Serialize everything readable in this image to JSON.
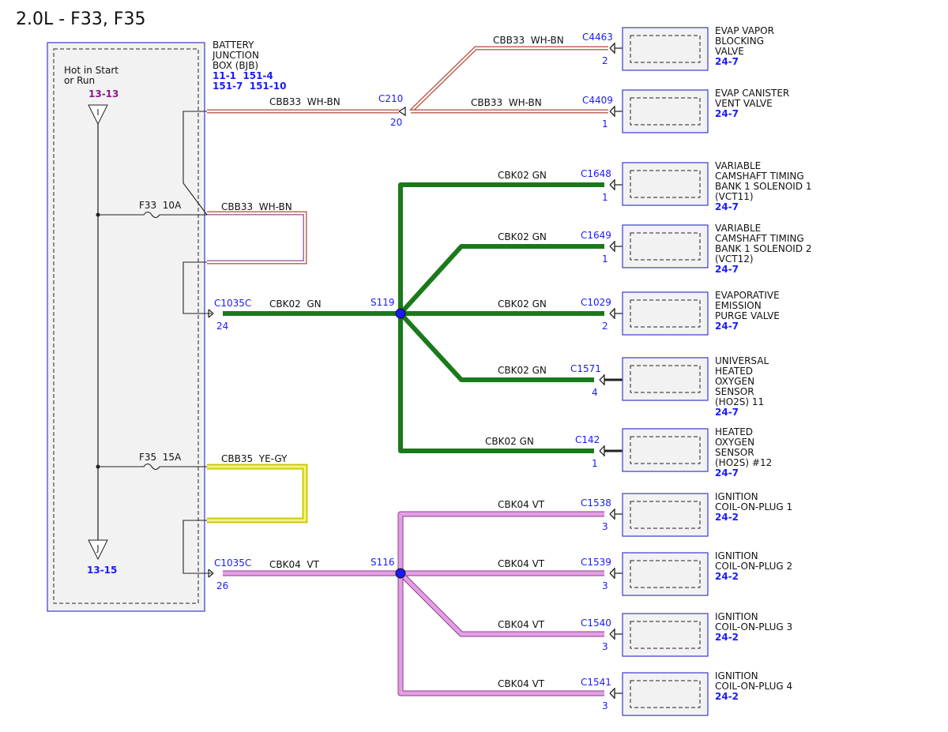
{
  "title": "2.0L - F33, F35",
  "colors": {
    "wh_bn": "#b85a4a",
    "green": "#1a7a1a",
    "violet": "#e49ee4",
    "violet_stroke": "#8a3c8a",
    "yellow": "#e6e61a",
    "blue": "#1a1aff",
    "purple": "#8b1a8b",
    "box_fill": "#f2f2f2",
    "box_stroke": "#3a3ad0"
  },
  "bjb": {
    "name_lines": [
      "BATTERY",
      "JUNCTION",
      "BOX (BJB)"
    ],
    "refs_line1": "11-1  151-4",
    "refs_line2": "151-7  151-10",
    "hot_lines": [
      "Hot in Start",
      "or Run"
    ],
    "top_ref": "13-13",
    "top_letter": "I",
    "bottom_ref": "13-15",
    "bottom_letter": "J",
    "fuse_f33": "F33  10A",
    "fuse_f35": "F35  15A",
    "wire_f33_label": "CBB33  WH-BN",
    "wire_f35_label": "CBB35  YE-GY"
  },
  "c210": {
    "name": "C210",
    "pin": "20"
  },
  "top_wires": [
    {
      "circuit": "CBB33  WH-BN",
      "connector": "C4463",
      "pin": "2",
      "component": [
        "EVAP VAPOR",
        "BLOCKING",
        "VALVE"
      ],
      "ref": "24-7"
    },
    {
      "circuit": "CBB33  WH-BN",
      "connector": "C4409",
      "pin": "1",
      "component": [
        "EVAP CANISTER",
        "VENT VALVE"
      ],
      "ref": "24-7"
    },
    {
      "circuit": "CBB33  WH-BN",
      "connector": "",
      "pin": "",
      "component": [],
      "ref": ""
    }
  ],
  "s119": {
    "splice": "S119",
    "source_connector": "C1035C",
    "source_pin": "24",
    "source_circuit": "CBK02  GN",
    "branches": [
      {
        "circuit": "CBK02  GN",
        "connector": "C1648",
        "pin": "1",
        "component": [
          "VARIABLE",
          "CAMSHAFT TIMING",
          "BANK 1 SOLENOID 1",
          "(VCT11)"
        ],
        "ref": "24-7"
      },
      {
        "circuit": "CBK02  GN",
        "connector": "C1649",
        "pin": "1",
        "component": [
          "VARIABLE",
          "CAMSHAFT TIMING",
          "BANK 1 SOLENOID 2",
          "(VCT12)"
        ],
        "ref": "24-7"
      },
      {
        "circuit": "CBK02  GN",
        "connector": "C1029",
        "pin": "2",
        "component": [
          "EVAPORATIVE",
          "EMISSION",
          "PURGE VALVE"
        ],
        "ref": "24-7"
      },
      {
        "circuit": "CBK02  GN",
        "connector": "C1571",
        "pin": "4",
        "component": [
          "UNIVERSAL",
          "HEATED",
          "OXYGEN",
          "SENSOR",
          "(HO2S) 11"
        ],
        "ref": "24-7"
      },
      {
        "circuit": "CBK02  GN",
        "connector": "C142",
        "pin": "1",
        "component": [
          "HEATED",
          "OXYGEN",
          "SENSOR",
          "(HO2S) #12"
        ],
        "ref": "24-7"
      }
    ]
  },
  "s116": {
    "splice": "S116",
    "source_connector": "C1035C",
    "source_pin": "26",
    "source_circuit": "CBK04  VT",
    "branches": [
      {
        "circuit": "CBK04  VT",
        "connector": "C1538",
        "pin": "3",
        "component": [
          "IGNITION",
          "COIL-ON-PLUG 1"
        ],
        "ref": "24-2"
      },
      {
        "circuit": "CBK04  VT",
        "connector": "C1539",
        "pin": "3",
        "component": [
          "IGNITION",
          "COIL-ON-PLUG 2"
        ],
        "ref": "24-2"
      },
      {
        "circuit": "CBK04  VT",
        "connector": "C1540",
        "pin": "3",
        "component": [
          "IGNITION",
          "COIL-ON-PLUG 3"
        ],
        "ref": "24-2"
      },
      {
        "circuit": "CBK04  VT",
        "connector": "C1541",
        "pin": "3",
        "component": [
          "IGNITION",
          "COIL-ON-PLUG 4"
        ],
        "ref": "24-2"
      }
    ]
  }
}
